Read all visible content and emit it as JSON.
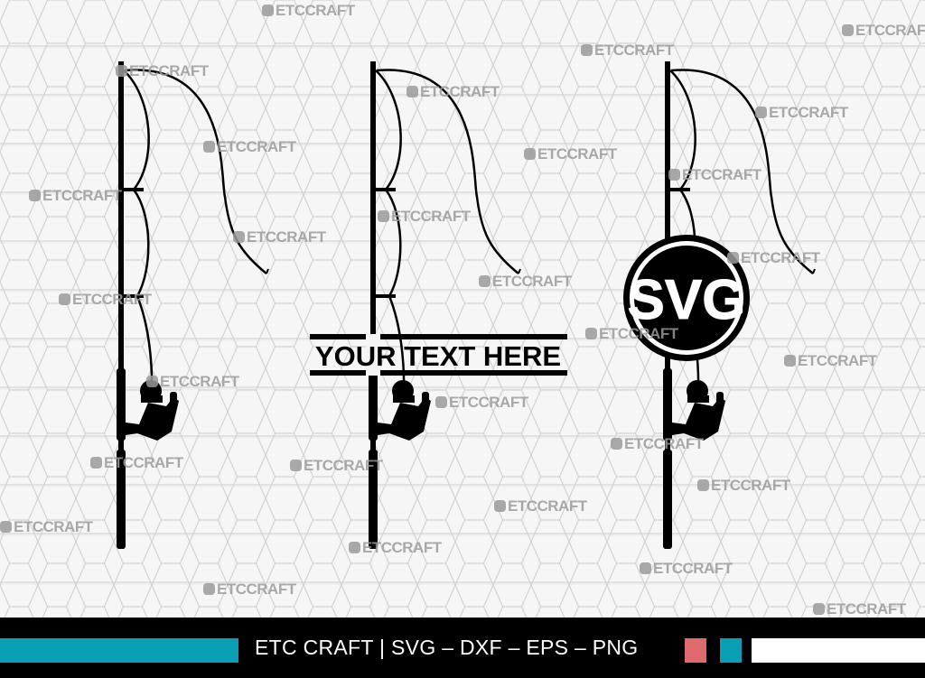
{
  "watermark": "ETCCRAFT",
  "design": {
    "banner_text": "YOUR TEXT HERE",
    "monogram_text": "SVG"
  },
  "footer": {
    "brand": "ETC CRAFT",
    "separator": "|",
    "formats": "SVG – DXF – EPS – PNG"
  },
  "colors": {
    "accent_teal": "#0a9fb5",
    "accent_pink": "#e0696d",
    "footer_bg": "#000000"
  }
}
